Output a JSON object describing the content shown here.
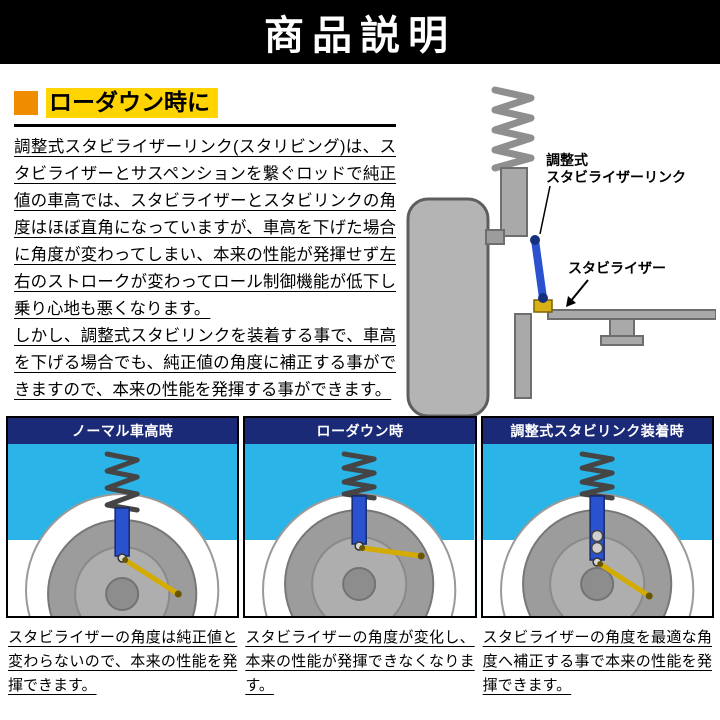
{
  "banner": {
    "title": "商品説明"
  },
  "section": {
    "heading": "ローダウン時に"
  },
  "intro": {
    "paragraph1": "調整式スタビライザーリンク(スタリビング)は、スタビライザーとサスペンションを繋ぐロッドで純正値の車高では、スタビライザーとスタビリンクの角度はほぼ直角になっていますが、車高を下げた場合に角度が変わってしまい、本来の性能が発揮せず左右のストロークが変わってロール制御機能が低下し乗り心地も悪くなります。",
    "paragraph2": "しかし、調整式スタビリンクを装着する事で、車高を下げる場合でも、純正値の角度に補正する事ができますので、本来の性能を発揮する事ができます。"
  },
  "diagram": {
    "link_label_line1": "調整式",
    "link_label_line2": "スタビライザーリンク",
    "bar_label": "スタビライザー"
  },
  "panels": [
    {
      "title": "ノーマル車高時",
      "caption": "スタビライザーの角度は純正値と変わらないので、本来の性能を発揮できます。"
    },
    {
      "title": "ローダウン時",
      "caption": "スタビライザーの角度が変化し、本来の性能が発揮できなくなります。"
    },
    {
      "title": "調整式スタビリンク装着時",
      "caption": "スタビライザーの角度を最適な角度へ補正する事で本来の性能を発揮できます。"
    }
  ],
  "colors": {
    "accent_orange": "#f08c00",
    "highlight_yellow": "#ffd400",
    "panel_header_navy": "#1a2a77",
    "sky_cyan": "#2ab4e8",
    "link_blue": "#2a52cf",
    "stabilizer_yellow": "#d4ab00"
  }
}
